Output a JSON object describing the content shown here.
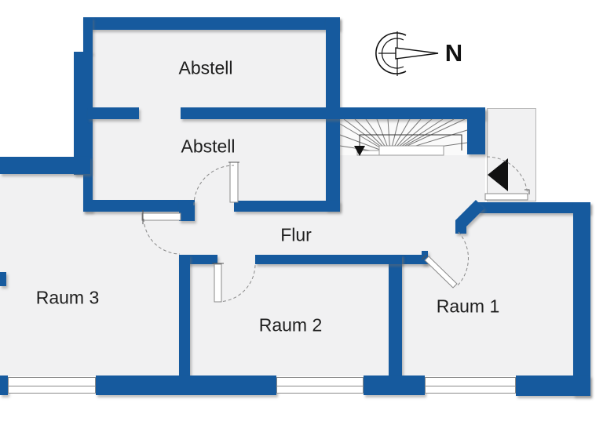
{
  "plan": {
    "rooms": [
      {
        "id": "abstell-upper",
        "label": "Abstell"
      },
      {
        "id": "abstell-lower",
        "label": "Abstell"
      },
      {
        "id": "flur",
        "label": "Flur"
      },
      {
        "id": "raum-3",
        "label": "Raum 3"
      },
      {
        "id": "raum-2",
        "label": "Raum 2"
      },
      {
        "id": "raum-1",
        "label": "Raum 1"
      }
    ],
    "compass": {
      "label": "N",
      "direction": "right"
    }
  },
  "colors": {
    "wall": "#165a9e",
    "interior": "#f1f1f2",
    "exterior": "#ffffff",
    "outline": "#8a8a8a",
    "text": "#1f1f1f"
  }
}
